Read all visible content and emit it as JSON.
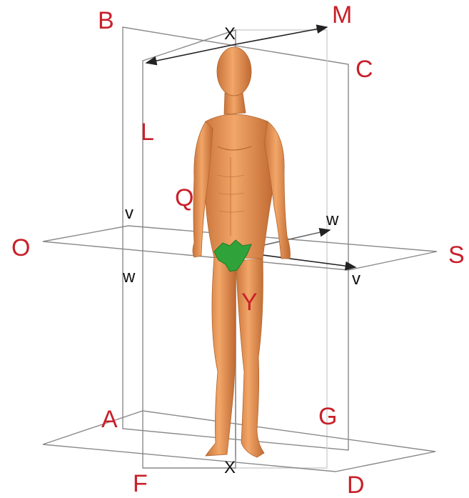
{
  "labels": {
    "B": "B",
    "M": "M",
    "C": "C",
    "X_top": "X",
    "L": "L",
    "Q": "Q",
    "V_left": "v",
    "W_right": "w",
    "O": "O",
    "S": "S",
    "W_left": "w",
    "V_right": "v",
    "Y": "Y",
    "A": "A",
    "G": "G",
    "F": "F",
    "X_bottom": "X",
    "D": "D"
  },
  "colors": {
    "label_red": "#c8202a",
    "label_black": "#111111",
    "plane_line": "#8a8a8a",
    "skin": "#e8955a",
    "leaf": "#2fa33a"
  }
}
